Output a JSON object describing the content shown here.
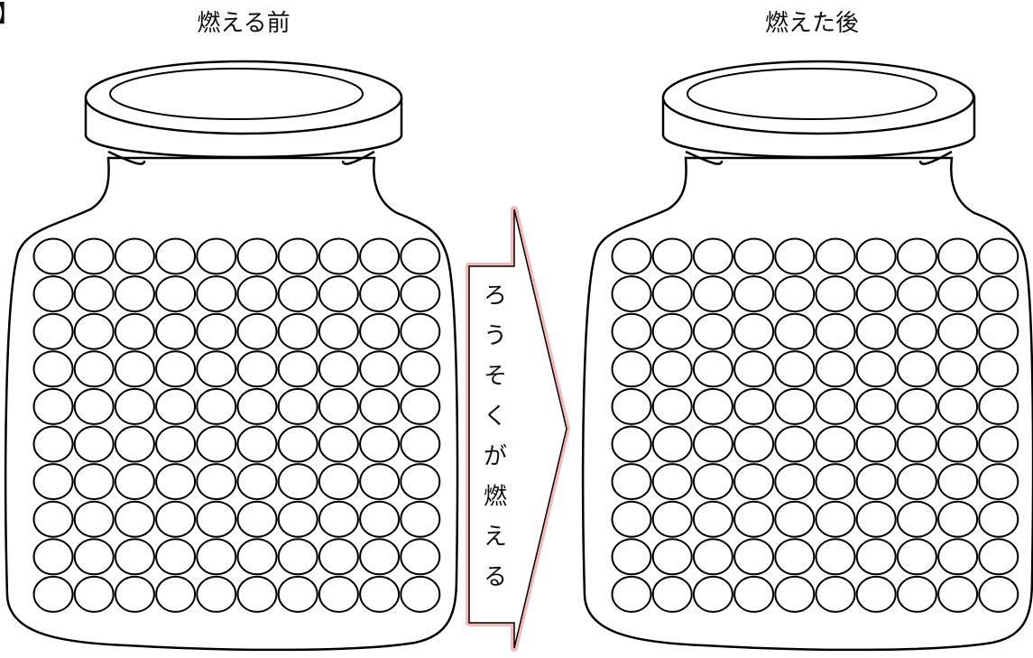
{
  "corner_mark": "】",
  "jars": [
    {
      "title": "燃える前",
      "rows": 10,
      "cols": 10
    },
    {
      "title": "燃えた後",
      "rows": 10,
      "cols": 10
    }
  ],
  "arrow": {
    "chars": [
      "ろ",
      "う",
      "そ",
      "く",
      "が",
      "燃",
      "え",
      "る"
    ],
    "glow_color": "#f2a0a0"
  }
}
